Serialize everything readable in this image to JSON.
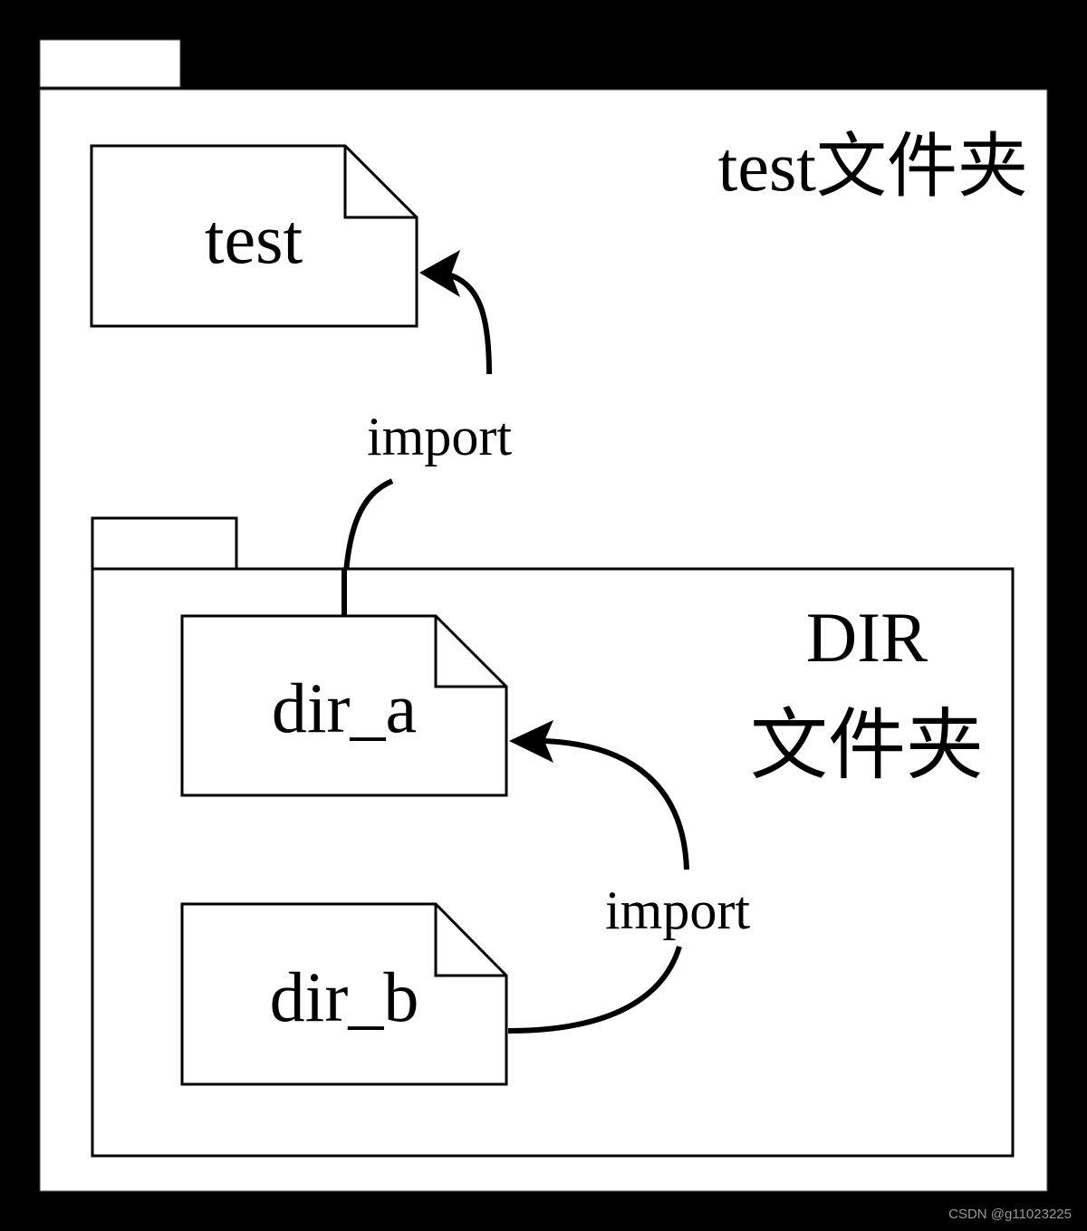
{
  "diagram": {
    "outer_package": {
      "label_latin": "test",
      "label_cjk": "文件夹"
    },
    "inner_package": {
      "label_line1": "DIR",
      "label_line2": "文件夹"
    },
    "files": [
      {
        "id": "test",
        "label": "test"
      },
      {
        "id": "dir_a",
        "label": "dir_a"
      },
      {
        "id": "dir_b",
        "label": "dir_b"
      }
    ],
    "edges": [
      {
        "from": "dir_a",
        "to": "test",
        "label": "import"
      },
      {
        "from": "dir_b",
        "to": "dir_a",
        "label": "import"
      }
    ],
    "colors": {
      "background": "#000000",
      "package_fill": "#ffffff",
      "stroke": "#000000",
      "watermark": "#9a9a9a"
    }
  },
  "watermark": "CSDN @g11023225"
}
